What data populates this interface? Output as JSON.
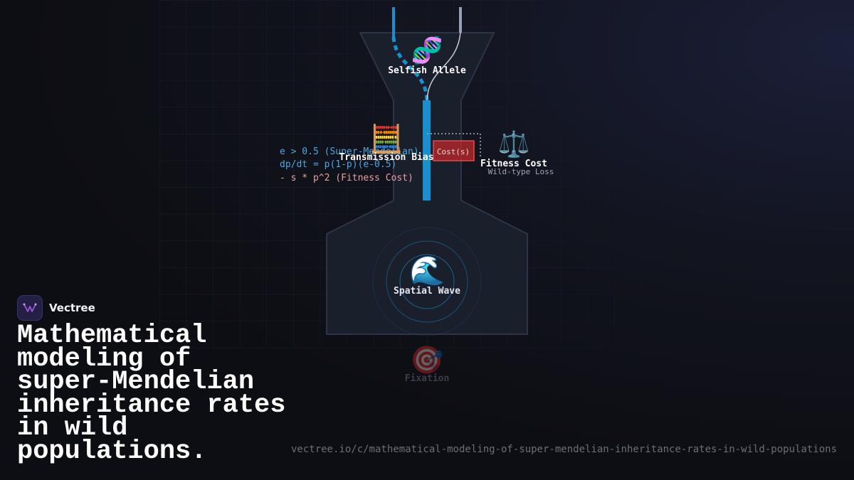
{
  "brand": {
    "name": "Vectree",
    "logo_icon": "vectree-logo-icon",
    "logo_color": "#9b59d6"
  },
  "title": "Mathematical modeling of super-Mendelian inheritance rates in wild populations.",
  "url": "vectree.io/c/mathematical-modeling-of-super-mendelian-inheritance-rates-in-wild-populations",
  "nodes": {
    "allele": {
      "label": "Selfish Allele",
      "icon": "dna-icon",
      "glyph": "🧬"
    },
    "bias": {
      "label": "Transmission Bias",
      "icon": "abacus-icon",
      "glyph": "🧮"
    },
    "cost": {
      "label": "Fitness Cost",
      "sublabel": "Wild-type Loss",
      "icon": "balance-scale-icon",
      "glyph": "⚖️"
    },
    "cost_box": {
      "label": "Cost(s)"
    },
    "wave": {
      "label": "Spatial Wave",
      "icon": "wave-icon",
      "glyph": "🌊"
    },
    "fixation": {
      "label": "Fixation",
      "icon": "target-icon",
      "glyph": "🎯"
    }
  },
  "equations": [
    {
      "text": "e > 0.5 (Super-Mendelian)",
      "color": "#4aa8e0"
    },
    {
      "text": "dp/dt = p(1-p)(e-0.5)",
      "color": "#4aa8e0"
    },
    {
      "text": "- s * p^2 (Fitness Cost)",
      "color": "#e8a0a0"
    }
  ],
  "colors": {
    "accent": "#1a8fd0",
    "funnel_fill": "#1a1f2c",
    "funnel_stroke": "#2c3446",
    "cost_box": "#c0282b",
    "grid": "#1c2130"
  }
}
